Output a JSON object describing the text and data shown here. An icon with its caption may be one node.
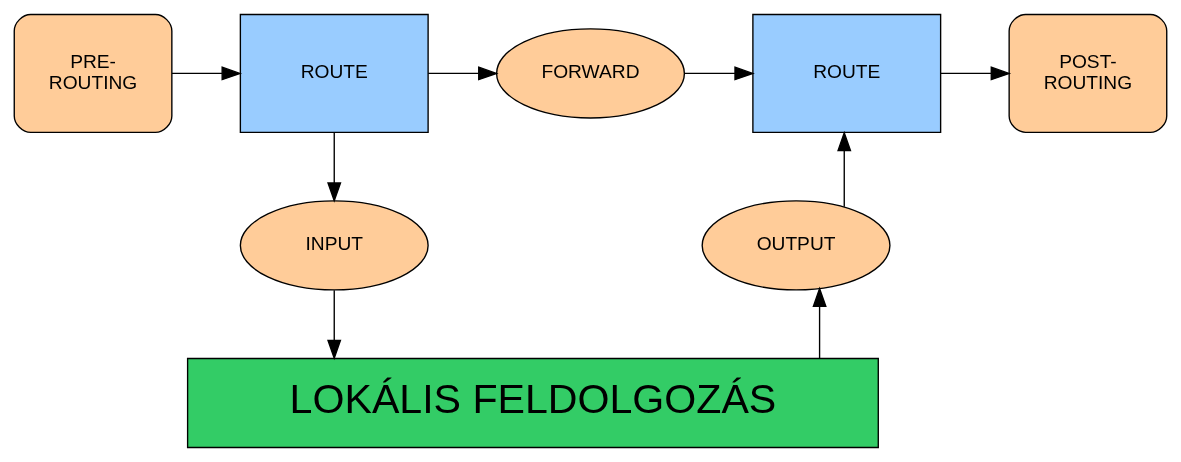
{
  "diagram": {
    "nodes": [
      {
        "text": [
          "PRE- ROUTING"
        ]
      },
      {
        "text": [
          "ROUTE"
        ]
      },
      {
        "text": [
          "FORWARD"
        ]
      },
      {
        "text": [
          "ROUTE"
        ]
      },
      {
        "text": [
          "POST- ROUTING"
        ]
      },
      {
        "text": [
          "INPUT"
        ]
      },
      {
        "text": [
          "OUTPUT"
        ]
      },
      {
        "text": [
          "LOKÁLIS FELDOLGOZÁS"
        ]
      }
    ],
    "edges": [
      {
        "from": 0,
        "to": 1,
        "arrow": "to"
      },
      {
        "from": 1,
        "to": 2,
        "arrow": "to"
      },
      {
        "from": 2,
        "to": 3,
        "arrow": "to"
      },
      {
        "from": 3,
        "to": 4,
        "arrow": "to"
      },
      {
        "from": 1,
        "to": 5,
        "arrow": "to"
      },
      {
        "from": 5,
        "to": 7,
        "arrow": "to"
      },
      {
        "from": 7,
        "to": 6,
        "arrow": "to"
      },
      {
        "from": 6,
        "to": 3,
        "arrow": "to"
      }
    ]
  }
}
